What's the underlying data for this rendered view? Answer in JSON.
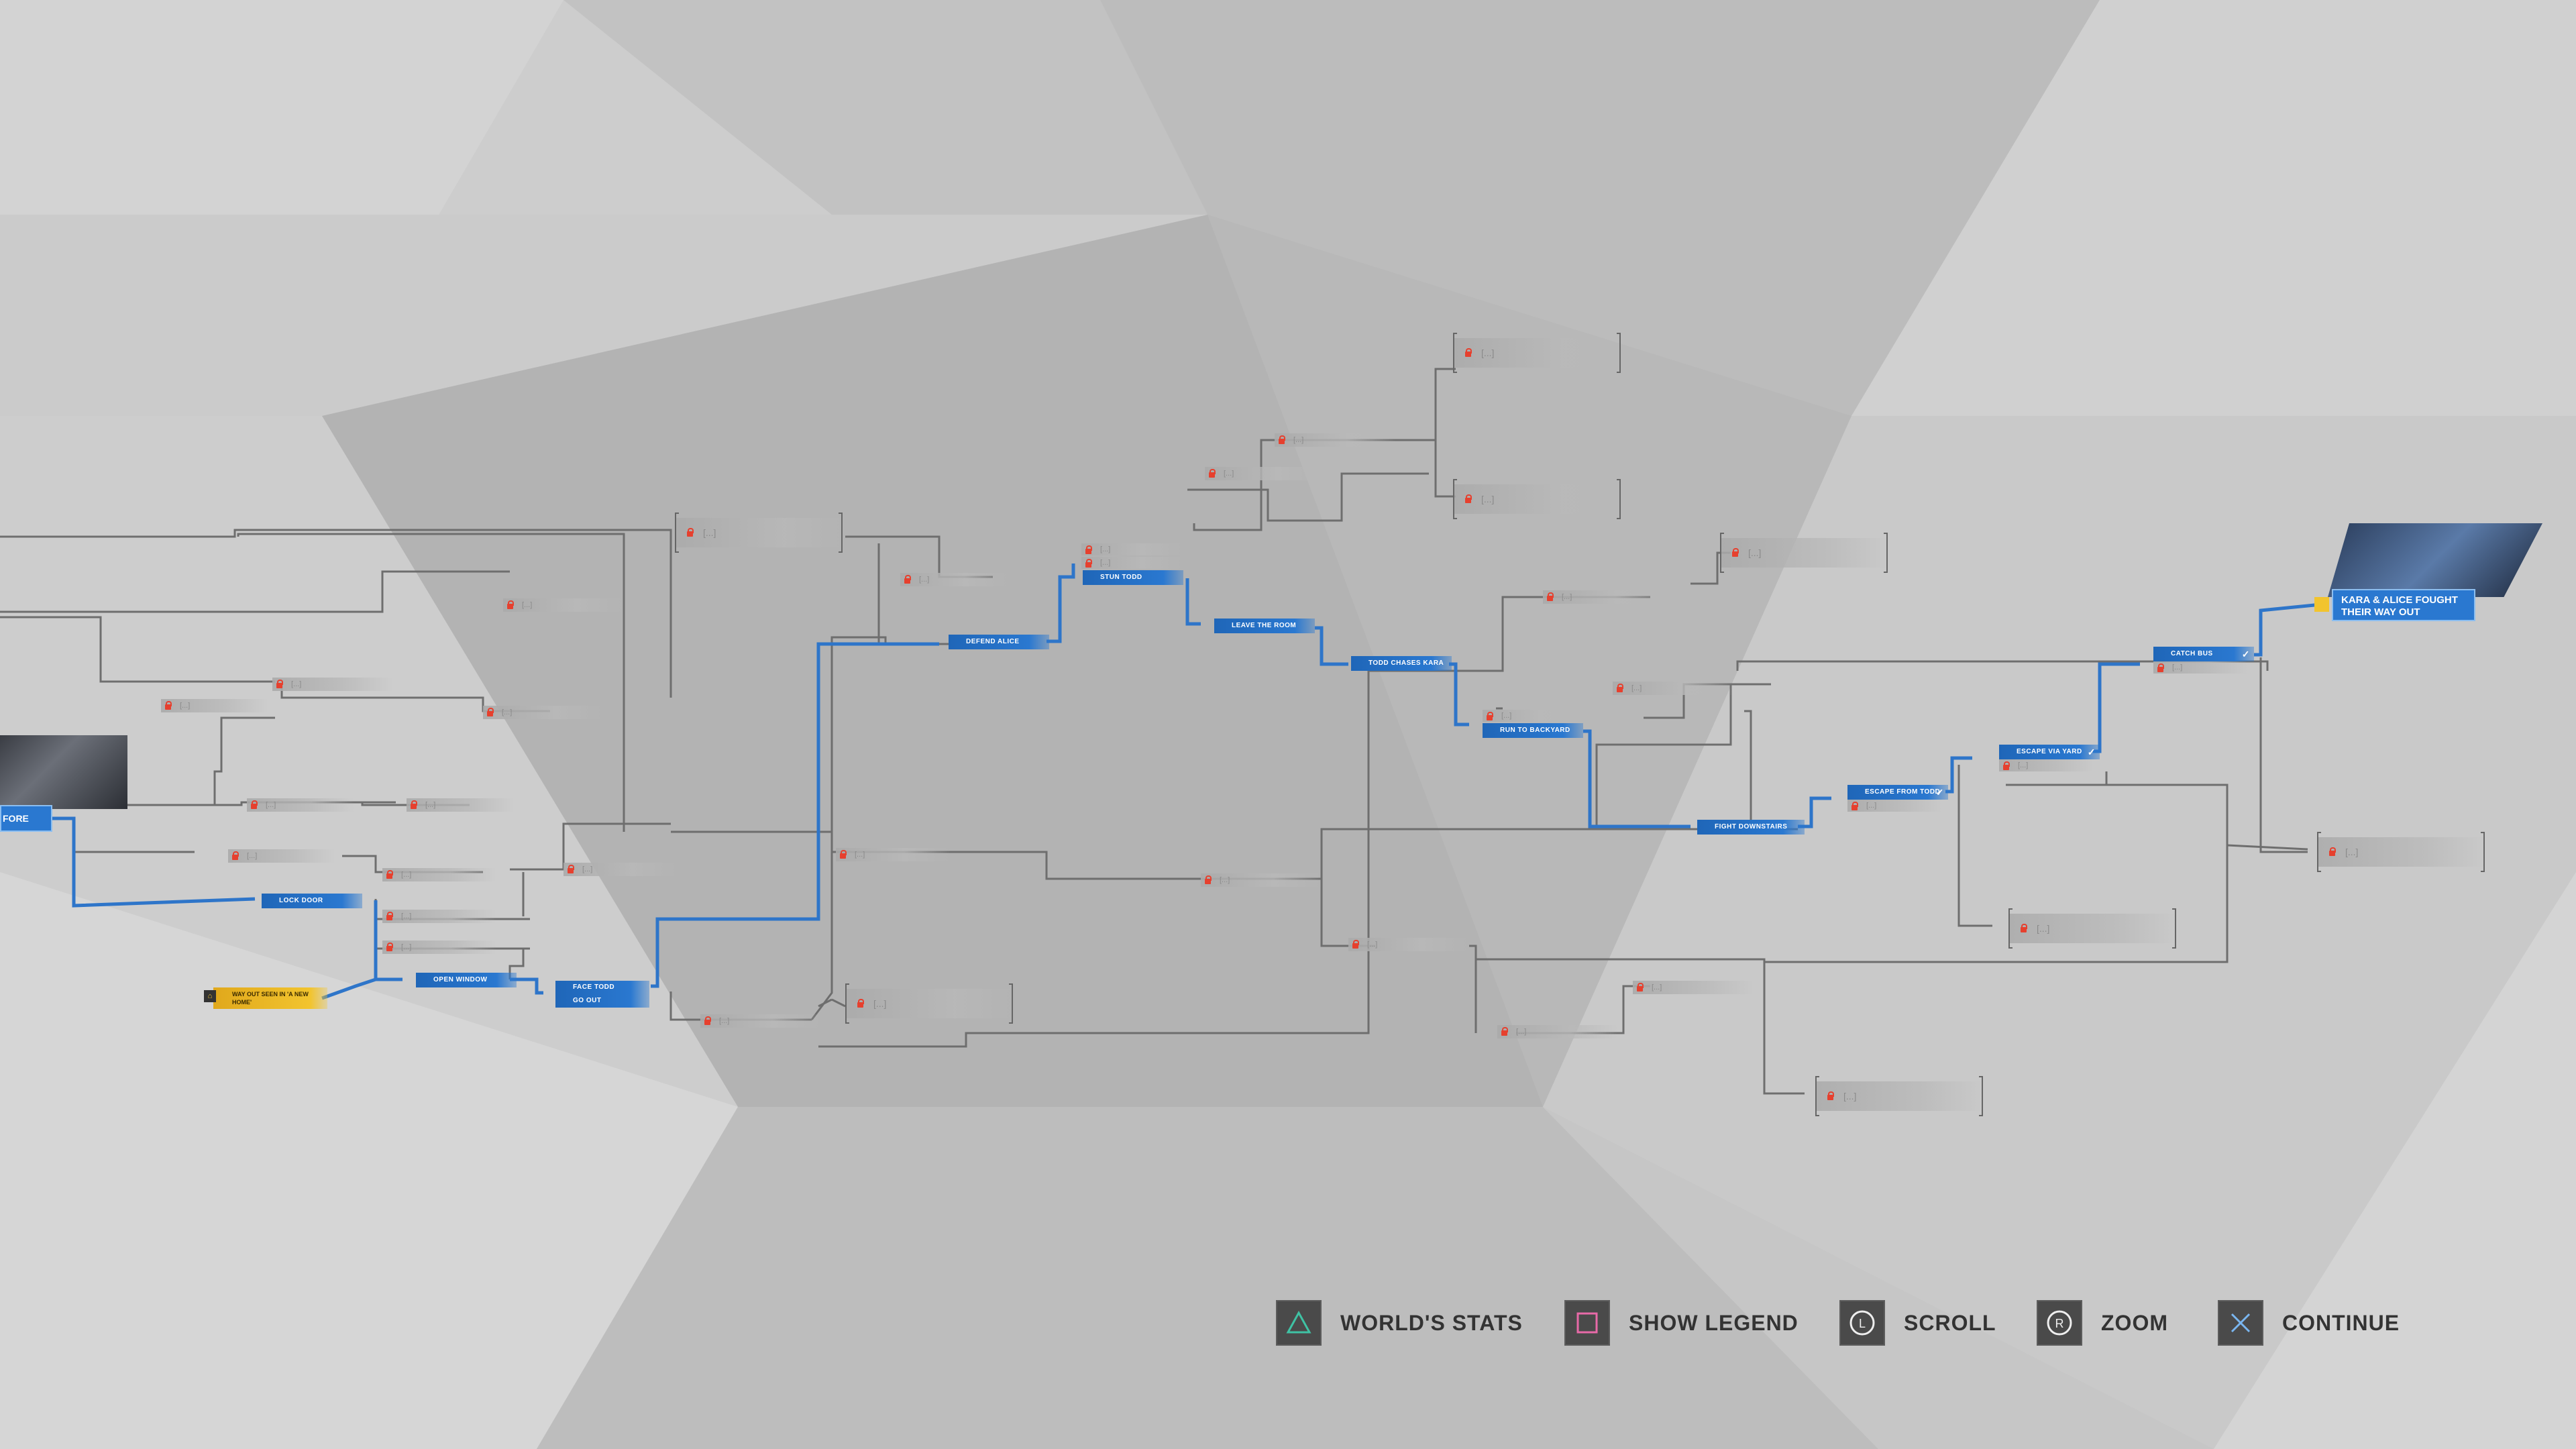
{
  "flowchart": {
    "chapter_start_label": "FORE",
    "chapter_end_title": "KARA & ALICE FOUGHT THEIR WAY OUT",
    "locked_text": "[...]",
    "locked_small_text": "[...]",
    "gold_node": "WAY OUT SEEN IN 'A NEW HOME'",
    "nodes": [
      {
        "id": "lock-door",
        "label": "LOCK DOOR"
      },
      {
        "id": "open-window",
        "label": "OPEN WINDOW"
      },
      {
        "id": "face-todd",
        "label": "FACE TODD"
      },
      {
        "id": "go-out",
        "label": "GO OUT"
      },
      {
        "id": "defend-alice",
        "label": "DEFEND ALICE"
      },
      {
        "id": "stun-todd",
        "label": "STUN TODD"
      },
      {
        "id": "leave-room",
        "label": "LEAVE THE ROOM"
      },
      {
        "id": "todd-chases",
        "label": "TODD CHASES KARA"
      },
      {
        "id": "run-backyard",
        "label": "RUN TO BACKYARD"
      },
      {
        "id": "fight-downstairs",
        "label": "FIGHT DOWNSTAIRS"
      },
      {
        "id": "escape-todd",
        "label": "ESCAPE FROM TODD"
      },
      {
        "id": "escape-yard",
        "label": "ESCAPE VIA YARD"
      },
      {
        "id": "catch-bus",
        "label": "CATCH BUS"
      }
    ]
  },
  "controls": [
    {
      "id": "worlds-stats",
      "label": "WORLD'S STATS",
      "icon": "triangle-icon",
      "color": "#3fc2a4"
    },
    {
      "id": "show-legend",
      "label": "SHOW LEGEND",
      "icon": "square-icon",
      "color": "#e86aa8"
    },
    {
      "id": "scroll",
      "label": "SCROLL",
      "icon": "left-stick-icon",
      "glyph": "L"
    },
    {
      "id": "zoom",
      "label": "ZOOM",
      "icon": "right-stick-icon",
      "glyph": "R"
    },
    {
      "id": "continue",
      "label": "CONTINUE",
      "icon": "cross-icon",
      "color": "#7ab6f0"
    }
  ],
  "colors": {
    "path": "#2e75c9",
    "lock": "#e6402e",
    "gold": "#f2c42e"
  }
}
